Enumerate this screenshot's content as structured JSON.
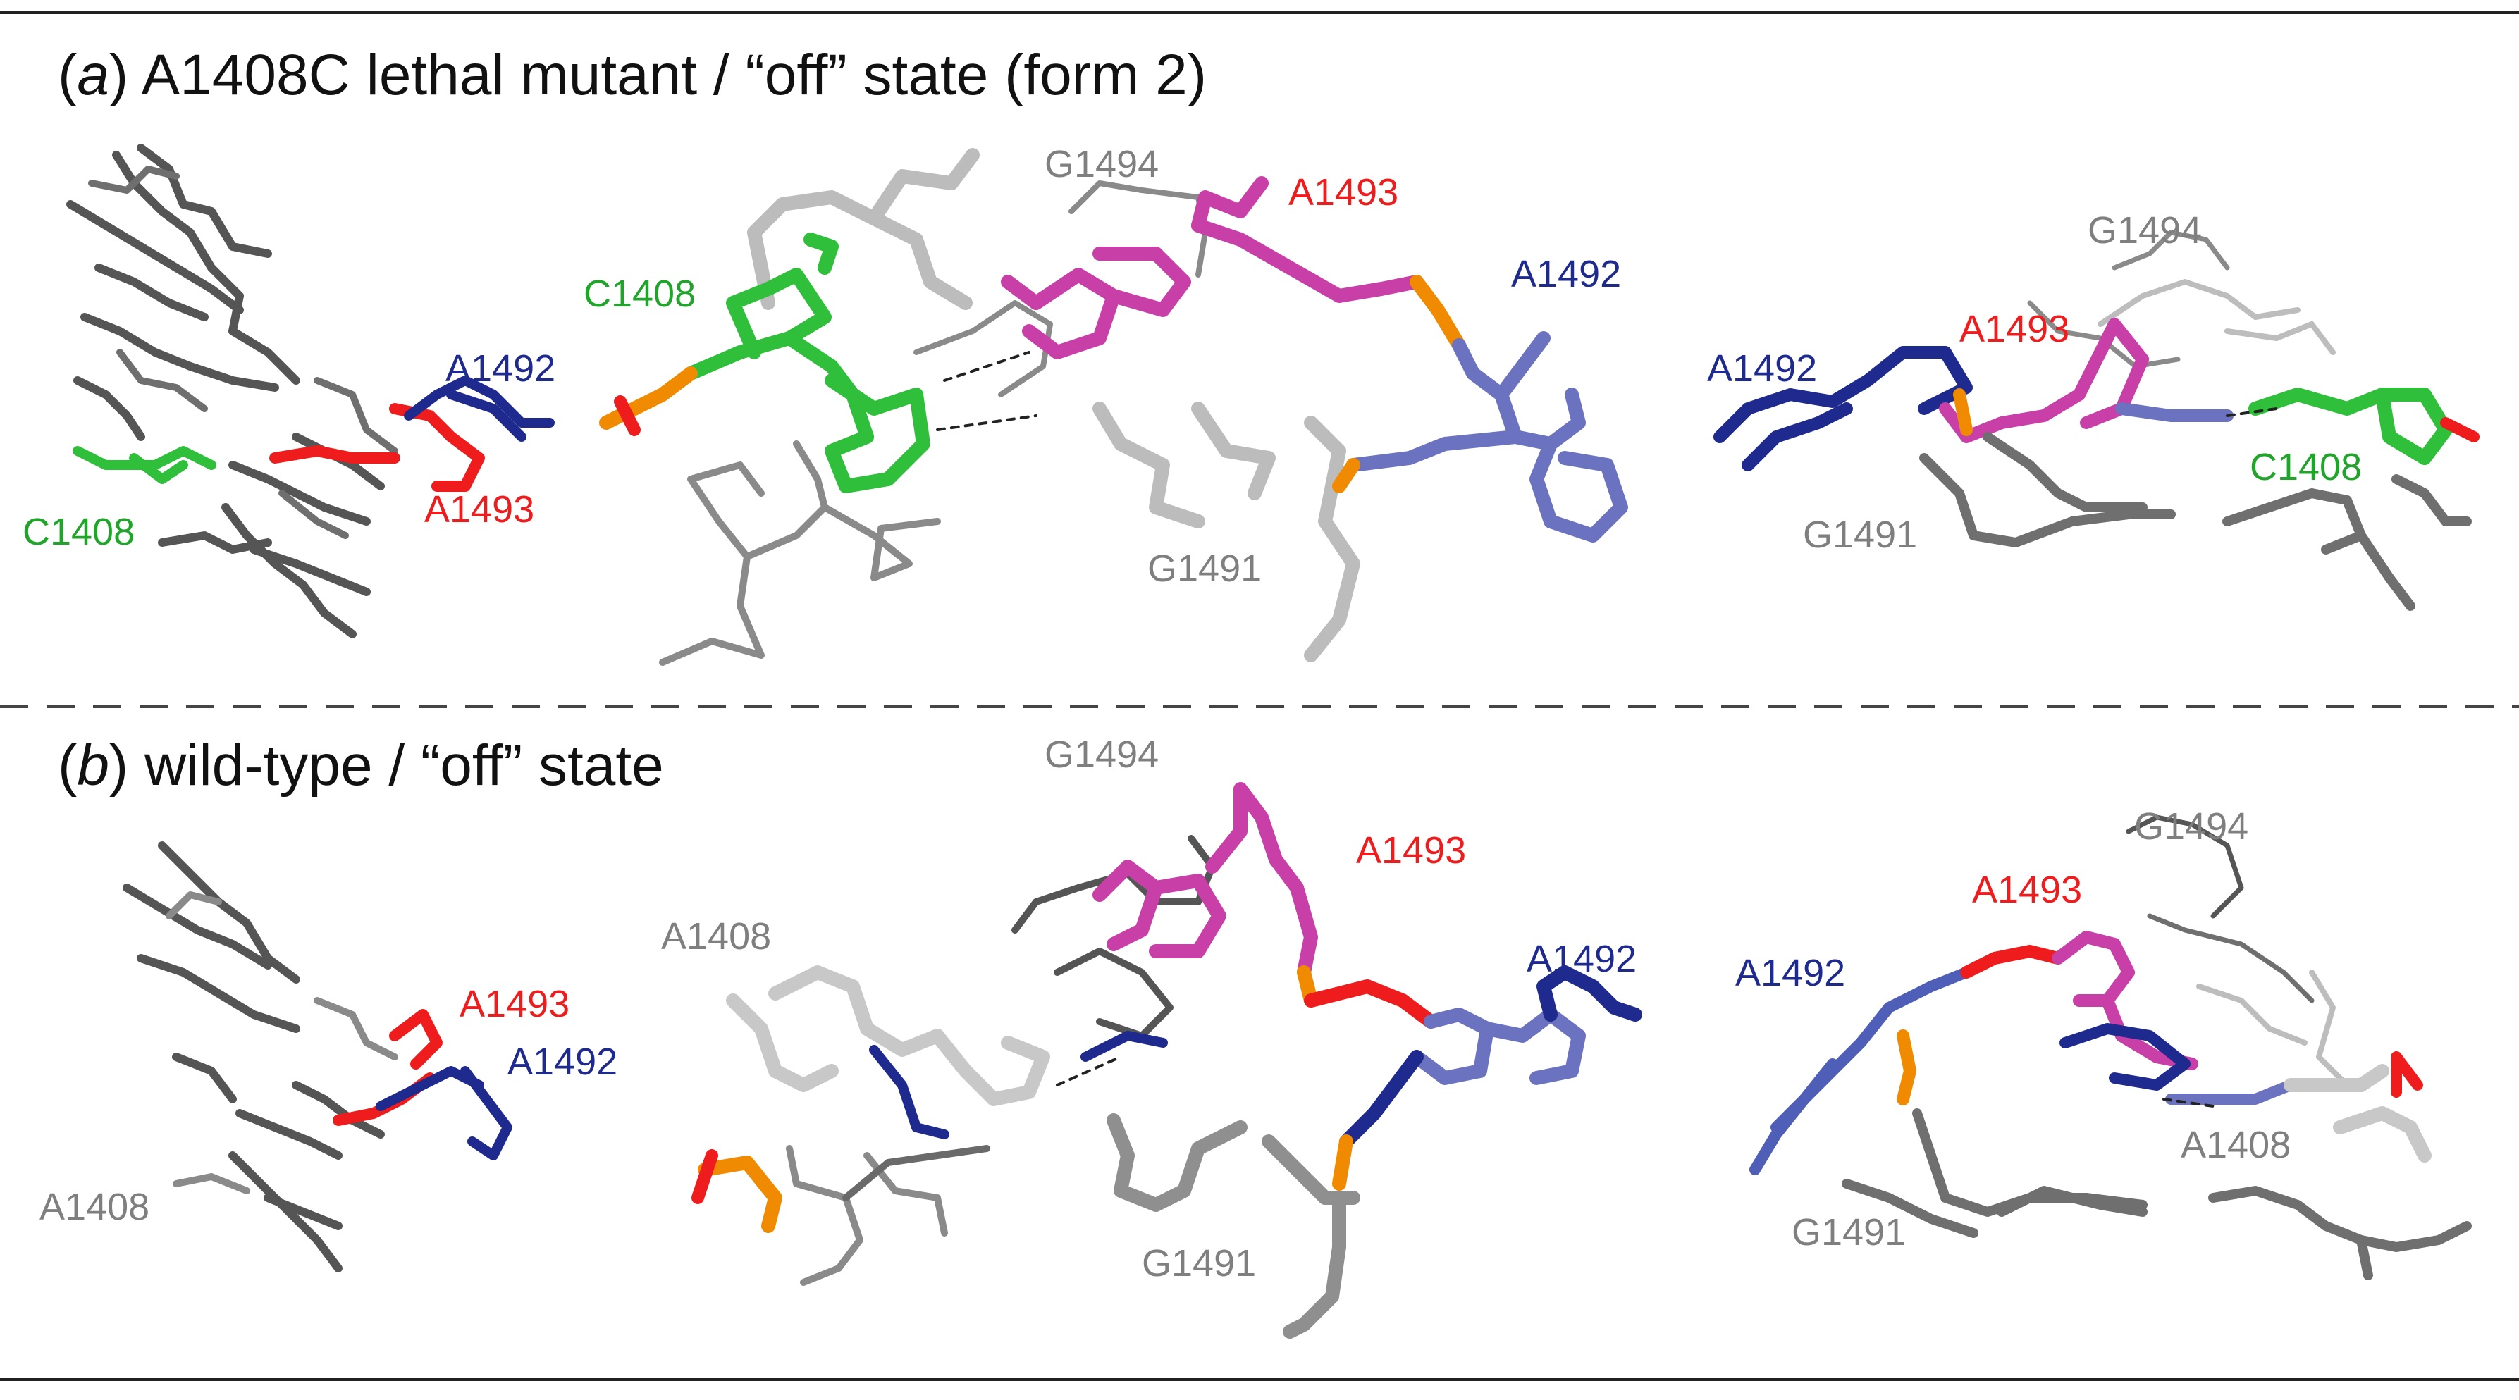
{
  "panel_a": {
    "letter": "a",
    "title": "A1408C lethal mutant / “off” state (form 2)",
    "left_view": {
      "labels": [
        "A1492",
        "C1408",
        "A1493"
      ]
    },
    "center_view": {
      "labels": [
        "G1494",
        "A1493",
        "A1492",
        "C1408",
        "G1491"
      ]
    },
    "right_view": {
      "labels": [
        "G1494",
        "A1492",
        "A1493",
        "C1408",
        "G1491"
      ]
    }
  },
  "panel_b": {
    "letter": "b",
    "title": "wild-type / “off” state",
    "left_view": {
      "labels": [
        "A1493",
        "A1492",
        "A1408"
      ]
    },
    "center_view": {
      "labels": [
        "G1494",
        "A1493",
        "A1408",
        "A1492",
        "G1491"
      ]
    },
    "right_view": {
      "labels": [
        "G1494",
        "A1493",
        "A1492",
        "A1408",
        "G1491"
      ]
    }
  },
  "colors": {
    "gray": "#7f7f7f",
    "dark_gray": "#4d4d4d",
    "light_gray": "#c8c8c8",
    "red": "#ee1c1c",
    "blue": "#1f2a8e",
    "slate_blue": "#6b73c0",
    "green": "#2fbf3a",
    "magenta": "#c83fa7",
    "orange": "#f08a00"
  }
}
